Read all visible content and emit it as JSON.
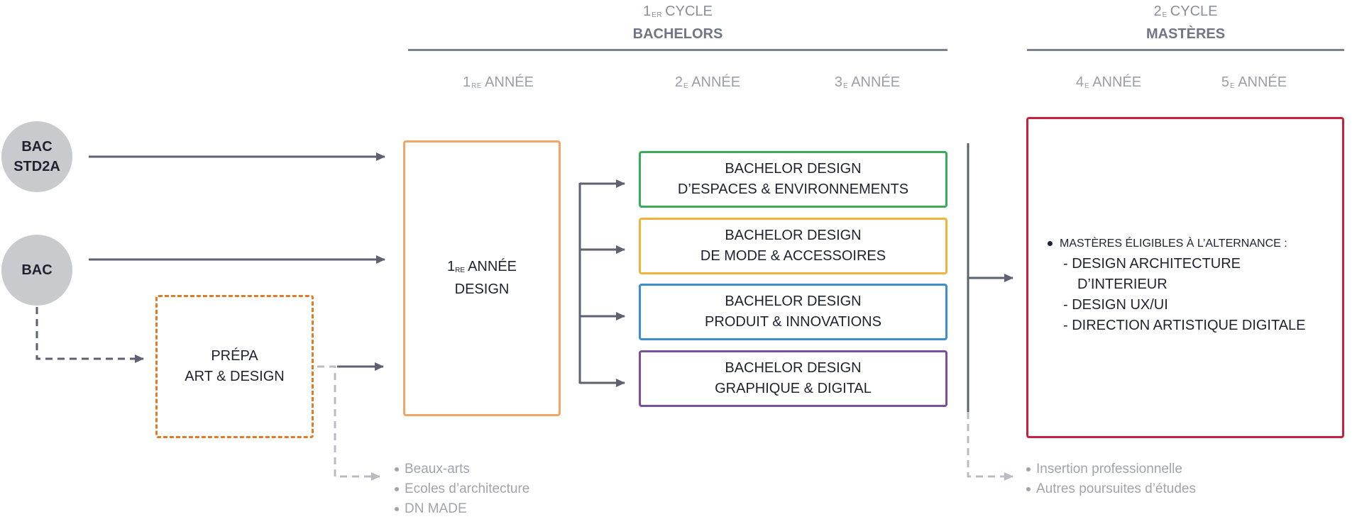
{
  "cycles": {
    "first": {
      "num": "1",
      "sup": "er",
      "label": "CYCLE",
      "name": "BACHELORS"
    },
    "second": {
      "num": "2",
      "sup": "e",
      "label": "CYCLE",
      "name": "MASTÈRES"
    }
  },
  "years": [
    {
      "num": "1",
      "sup": "re",
      "label": "ANNÉE"
    },
    {
      "num": "2",
      "sup": "e",
      "label": "ANNÉE"
    },
    {
      "num": "3",
      "sup": "e",
      "label": "ANNÉE"
    },
    {
      "num": "4",
      "sup": "e",
      "label": "ANNÉE"
    },
    {
      "num": "5",
      "sup": "e",
      "label": "ANNÉE"
    }
  ],
  "entries": {
    "bac_std2a": {
      "line1": "BAC",
      "line2": "STD2A"
    },
    "bac": {
      "label": "BAC"
    }
  },
  "prepa": {
    "line1": "PRÉPA",
    "line2": "ART & DESIGN"
  },
  "first_year": {
    "num": "1",
    "sup": "re",
    "line1": "ANNÉE",
    "line2": "DESIGN"
  },
  "bachelors": [
    {
      "line1": "BACHELOR DESIGN",
      "line2": "D’ESPACES & ENVIRONNEMENTS",
      "color": "#3bab5a"
    },
    {
      "line1": "BACHELOR DESIGN",
      "line2": "DE MODE & ACCESSOIRES",
      "color": "#f0b33a"
    },
    {
      "line1": "BACHELOR DESIGN",
      "line2": "PRODUIT & INNOVATIONS",
      "color": "#3d8fc9"
    },
    {
      "line1": "BACHELOR DESIGN",
      "line2": "GRAPHIQUE & DIGITAL",
      "color": "#7a4fa0"
    }
  ],
  "masters": {
    "intro": "MASTÈRES ÉLIGIBLES À L’ALTERNANCE :",
    "items": [
      "- DESIGN ARCHITECTURE",
      "D’INTERIEUR",
      "- DESIGN UX/UI",
      "- DIRECTION ARTISTIQUE DIGITALE"
    ],
    "border_color": "#c8213f"
  },
  "outcomes_prepa": [
    "Beaux-arts",
    "Ecoles d’architecture",
    "DN MADE"
  ],
  "outcomes_bachelor": [
    "Insertion professionnelle",
    "Autres poursuites d’études"
  ],
  "colors": {
    "arrow": "#5d6170",
    "dashed_gray": "#b9bcc4",
    "prepa_orange": "#e07b2a",
    "first_year_orange": "#f2a665",
    "circle_gray": "#c9cacd"
  }
}
